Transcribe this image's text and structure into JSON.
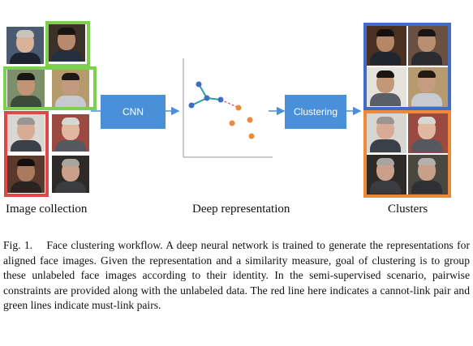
{
  "figure": {
    "process_labels": {
      "cnn": "CNN",
      "clustering": "Clustering"
    },
    "stage_labels": {
      "image_collection": "Image collection",
      "deep_representation": "Deep representation",
      "clusters": "Clusters"
    },
    "colors": {
      "green": "#7ccf4f",
      "red": "#e04848",
      "blue": "#3e6cc6",
      "orange": "#ec8a3a",
      "teal": "#2aa198",
      "process": "#4a90d9",
      "arrow": "#4a90d9",
      "axis": "#999999"
    }
  },
  "caption": {
    "label": "Fig. 1.",
    "text": "Face clustering workflow. A deep neural network is trained to generate the representations for aligned face images. Given the representation and a similarity measure, goal of clustering is to group these unlabeled face images according to their identity. In the semi-supervised scenario, pairwise constraints are provided along with the unlabeled data. The red line here indicates a cannot-link pair and green lines indicate must-link pairs."
  }
}
